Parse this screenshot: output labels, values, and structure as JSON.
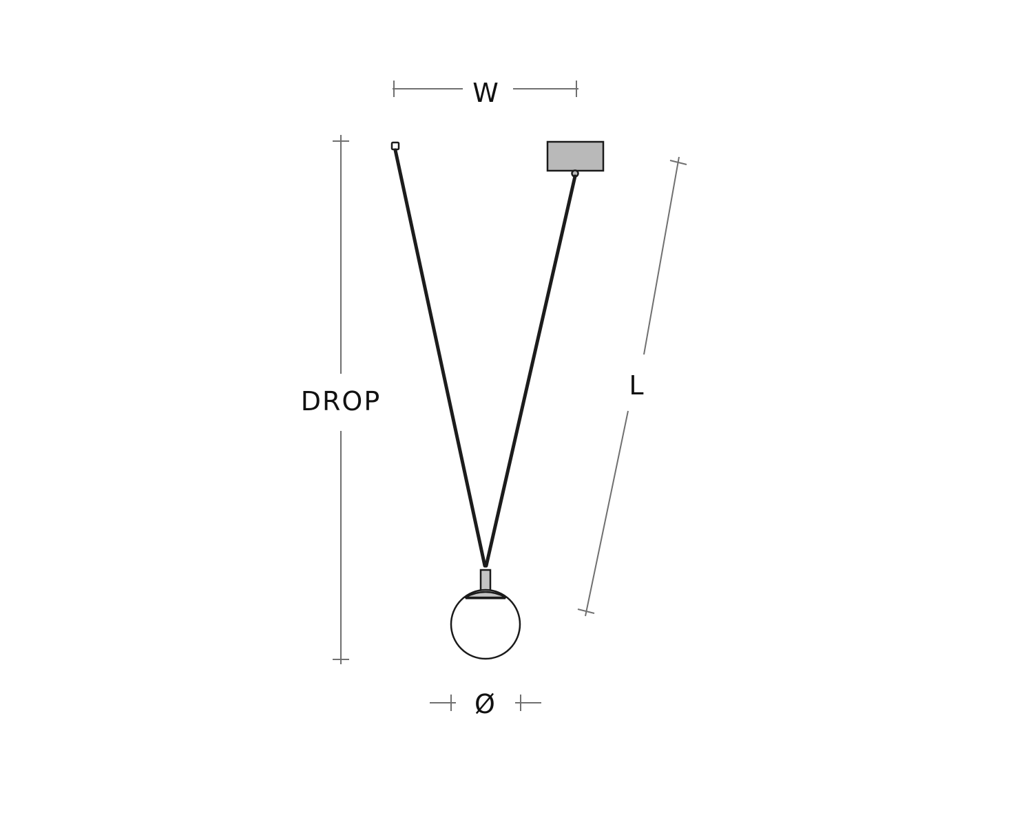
{
  "labels": {
    "width": "W",
    "drop": "DROP",
    "length": "L",
    "diameter": "Ø"
  },
  "colors": {
    "cable": "#1c1c1c",
    "canopy_fill": "#b9b9b9",
    "stem_fill": "#c4c4c4",
    "dimension_line": "#6f6f6f",
    "globe_fill": "#ffffff"
  }
}
